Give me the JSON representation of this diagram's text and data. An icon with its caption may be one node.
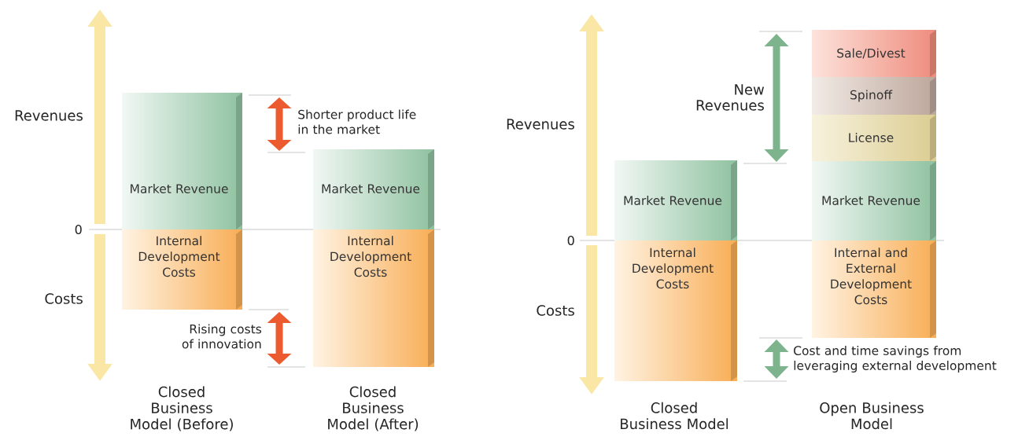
{
  "diagram": {
    "nodes": [
      {
        "text": [
          "Market Revenue"
        ]
      },
      {
        "text": [
          "Internal Development Costs"
        ]
      },
      {
        "text": [
          "Market Revenue"
        ]
      },
      {
        "text": [
          "Internal Development Costs"
        ]
      },
      {
        "text": [
          "Market Revenue"
        ]
      },
      {
        "text": [
          "Internal Development Costs"
        ]
      },
      {
        "text": [
          "Sale/Divest"
        ]
      },
      {
        "text": [
          "Spinoff"
        ]
      },
      {
        "text": [
          "License"
        ]
      },
      {
        "text": [
          "Market Revenue"
        ]
      },
      {
        "text": [
          "Internal and External Development Costs"
        ]
      }
    ],
    "labels": [
      "Revenues",
      "0",
      "Costs",
      "Shorter product life in the market",
      "Rising costs of innovation",
      "Closed Business Model (Before)",
      "Closed Business Model (After)",
      "Revenues",
      "New Revenues",
      "0",
      "Costs",
      "Cost and time savings from leveraging external development",
      "Closed Business Model",
      "Open Business Model"
    ]
  }
}
